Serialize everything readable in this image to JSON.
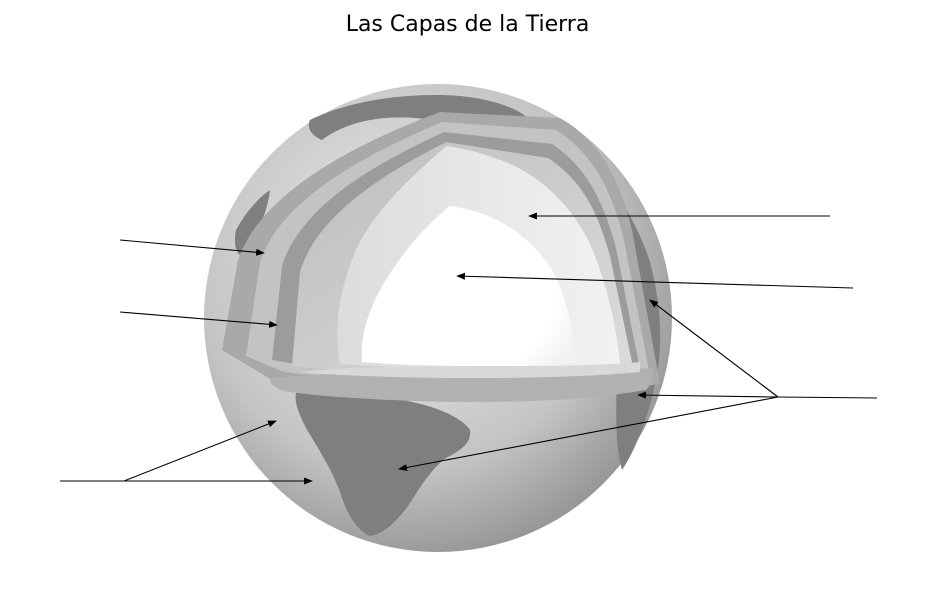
{
  "title": "Las Capas de la Tierra",
  "colors": {
    "ink": "#000000",
    "globe_light": "#e6e6e6",
    "globe_dark": "#8c8c8c",
    "continent": "#7e7e7e",
    "inner_core": "#ffffff",
    "outer_core": "#eeeeee",
    "mantle": "#d4d4d4",
    "crust_band": "#a7a7a7"
  },
  "leader_lines": [
    {
      "id": "crust-left-top"
    },
    {
      "id": "mantle-left"
    },
    {
      "id": "surface-left-bracket"
    },
    {
      "id": "outer-core-right"
    },
    {
      "id": "inner-core-right"
    },
    {
      "id": "surface-right-bracket"
    }
  ]
}
